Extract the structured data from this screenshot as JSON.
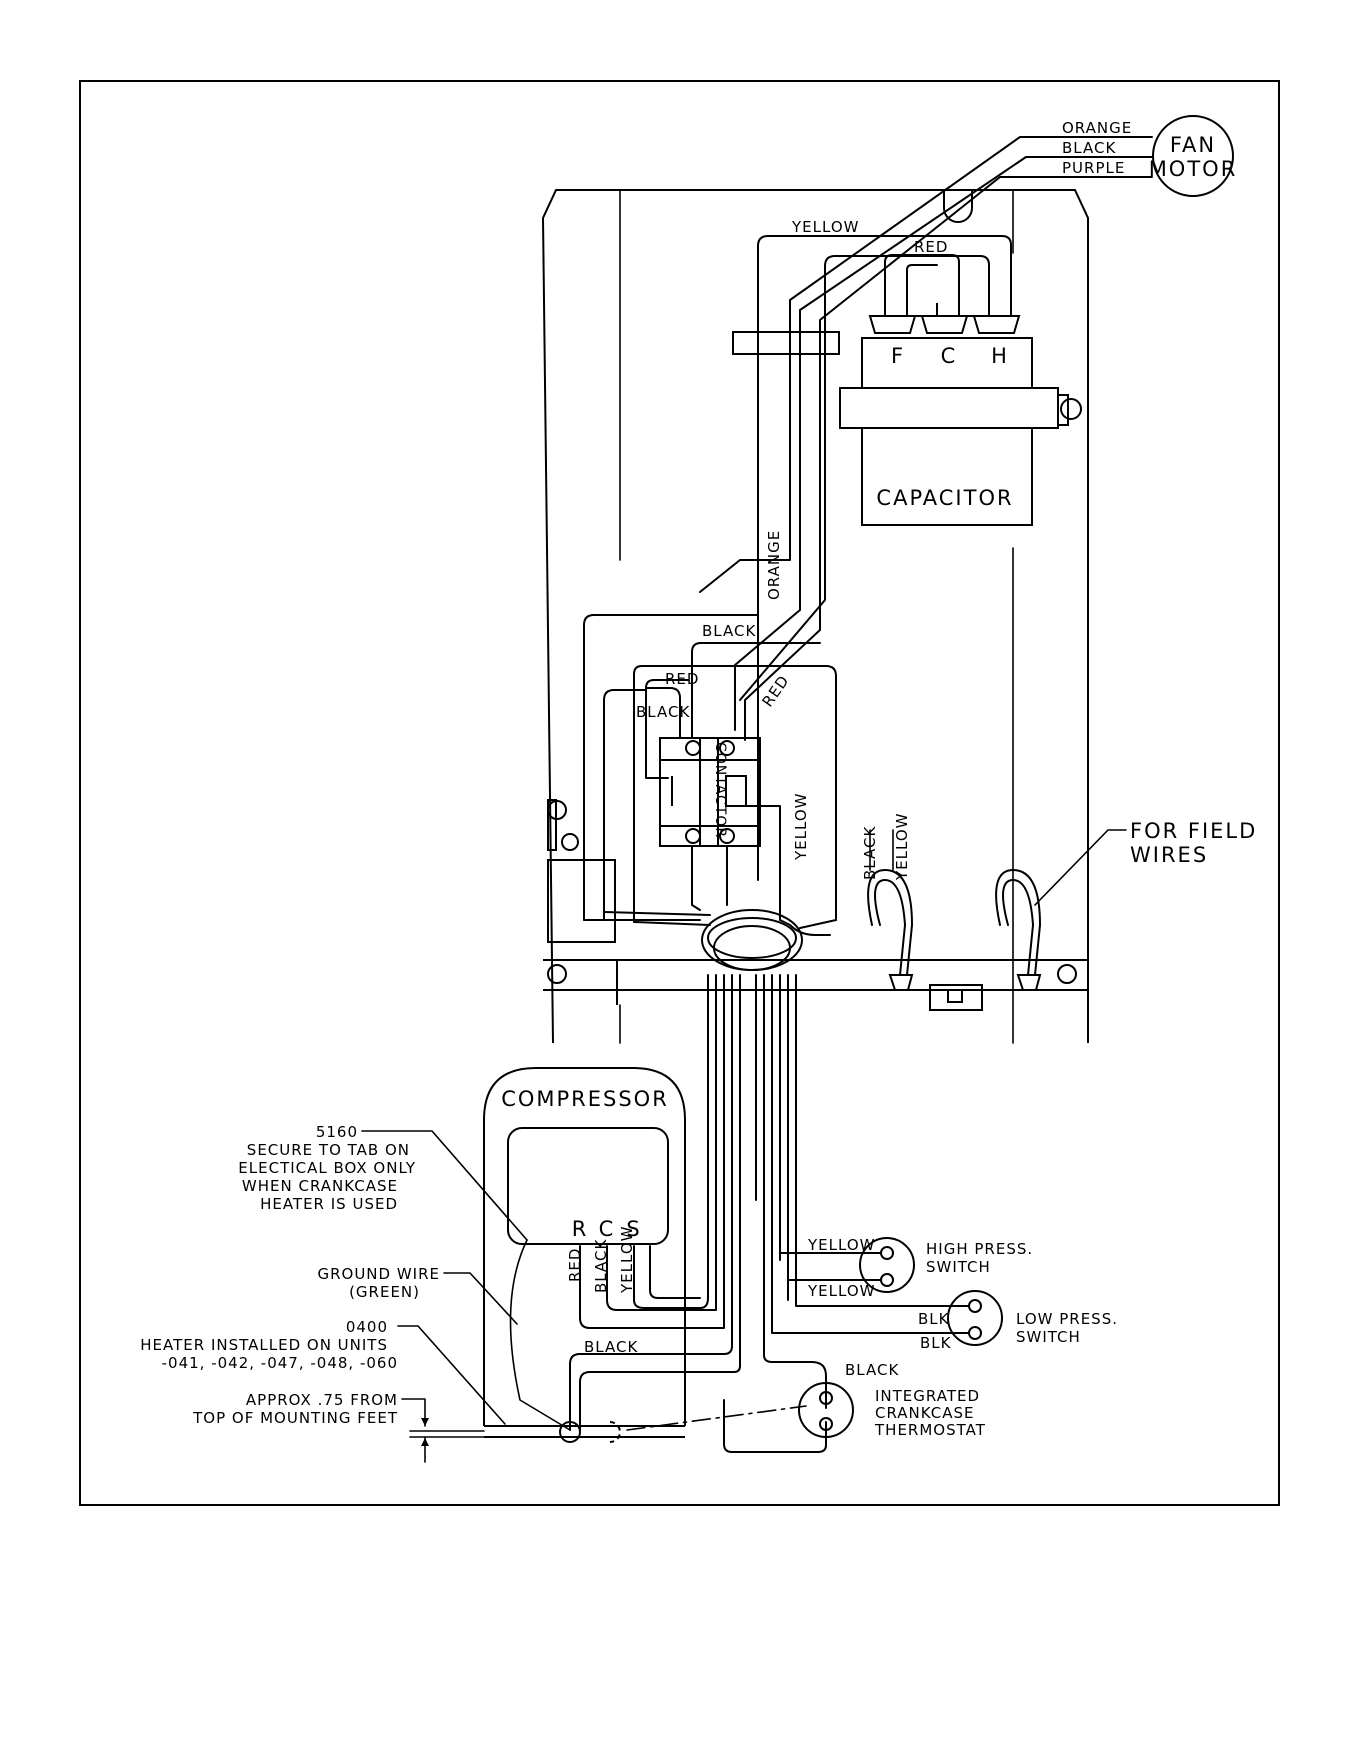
{
  "fan_motor": {
    "title_line1": "FAN",
    "title_line2": "MOTOR"
  },
  "fan_wires": [
    "ORANGE",
    "BLACK",
    "PURPLE"
  ],
  "capacitor": {
    "title": "CAPACITOR",
    "terminals": [
      "F",
      "C",
      "H"
    ]
  },
  "contactor": {
    "title": "CONTACTOR"
  },
  "compressor": {
    "title": "COMPRESSOR",
    "terminals": [
      "R",
      "C",
      "S"
    ]
  },
  "wire_labels": {
    "yellow_top": "YELLOW",
    "red_cap": "RED",
    "orange_vertical": "ORANGE",
    "black_upper": "BLACK",
    "red_upper": "RED",
    "black_contactor": "BLACK",
    "red_diag": "RED",
    "yellow_contactor": "YELLOW",
    "black_field": "BLACK",
    "yellow_field": "YELLOW",
    "comp_red": "RED",
    "comp_black": "BLACK",
    "comp_yellow": "YELLOW",
    "heater_black": "BLACK",
    "thermostat_black": "BLACK"
  },
  "high_press_switch": {
    "wire_top": "YELLOW",
    "wire_bottom": "YELLOW",
    "line1": "HIGH PRESS.",
    "line2": "SWITCH"
  },
  "low_press_switch": {
    "wire_top": "BLK",
    "wire_bottom": "BLK",
    "line1": "LOW PRESS.",
    "line2": "SWITCH"
  },
  "thermostat": {
    "line1": "INTEGRATED",
    "line2": "CRANKCASE",
    "line3": "THERMOSTAT"
  },
  "field_wires": {
    "line1": "FOR FIELD",
    "line2": "WIRES"
  },
  "annotations": {
    "secure_tab": [
      "5160",
      "SECURE TO TAB ON",
      "ELECTICAL BOX ONLY",
      "WHEN CRANKCASE",
      "HEATER IS USED"
    ],
    "ground_wire": [
      "GROUND WIRE",
      "(GREEN)"
    ],
    "heater": [
      "0400",
      "HEATER INSTALLED ON UNITS",
      "-041, -042, -047, -048, -060"
    ],
    "approx": [
      "APPROX .75 FROM",
      "TOP OF MOUNTING FEET"
    ]
  }
}
